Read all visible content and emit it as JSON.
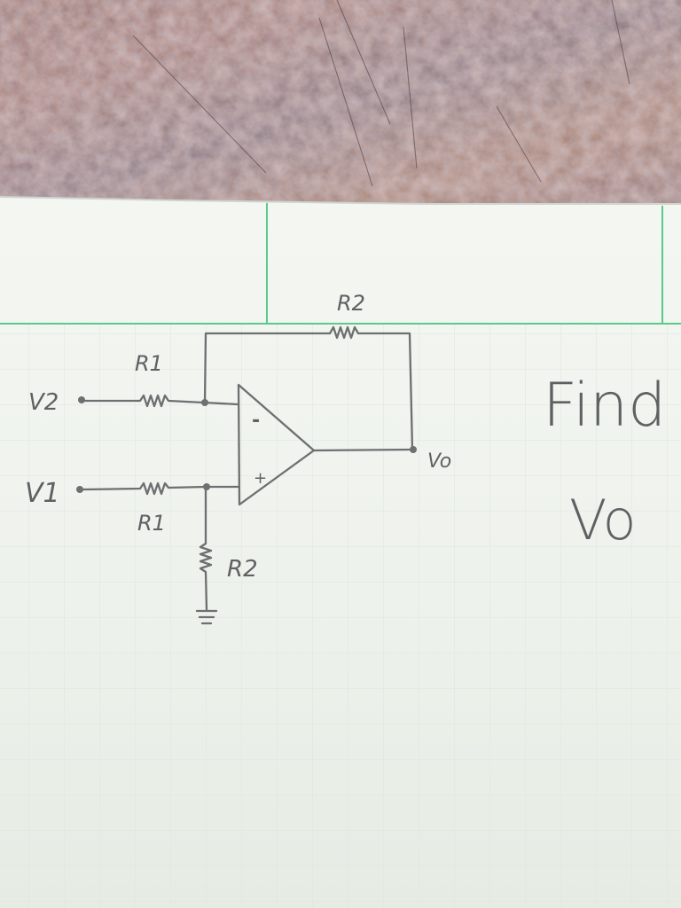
{
  "colors": {
    "countertop_base": "#9b6f66",
    "paper": "#f1f4ef",
    "grid_line": "#dfe5de",
    "green_rule": "#5bc98a",
    "pencil": "#6e6f70",
    "ink": "#5f6062"
  },
  "labels": {
    "r2_feedback": "R2",
    "r1_top": "R1",
    "r1_bottom": "R1",
    "r2_ground": "R2",
    "v2": "V2",
    "v1": "V1",
    "vo": "Vo",
    "minus": "-",
    "plus": "+",
    "prompt_line1": "Find",
    "prompt_line2": "Vo"
  }
}
